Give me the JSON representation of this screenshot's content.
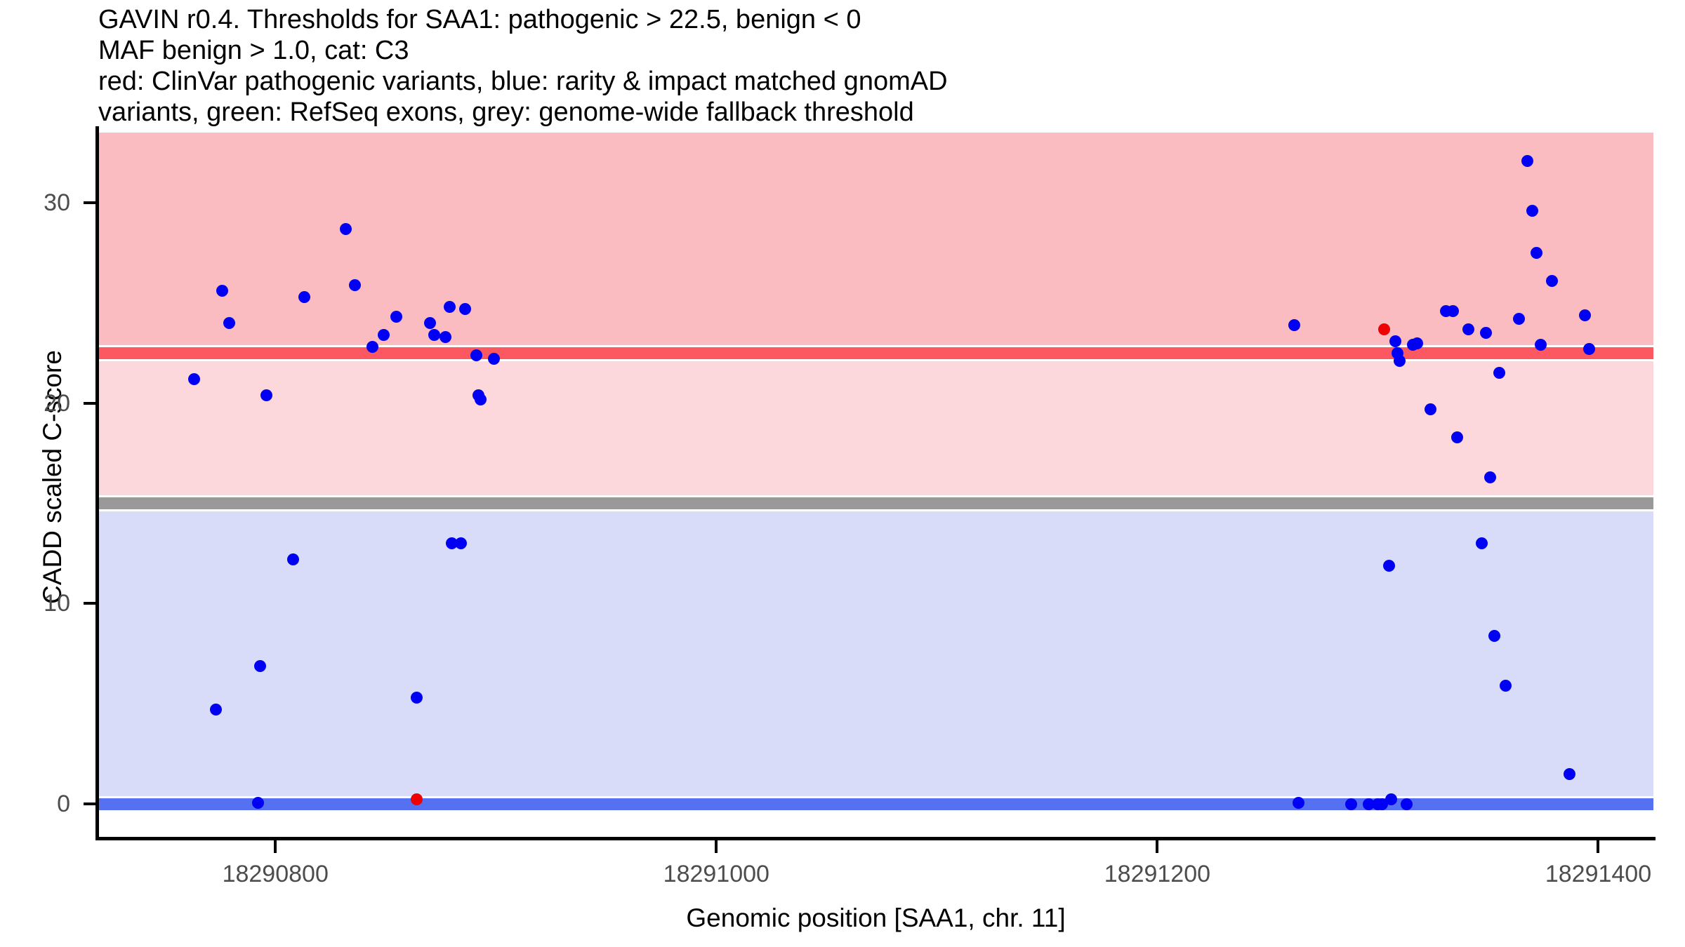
{
  "title": {
    "lines": [
      "GAVIN r0.4. Thresholds for SAA1: pathogenic > 22.5, benign < 0",
      "MAF benign > 1.0, cat: C3",
      "red: ClinVar pathogenic variants, blue: rarity & impact matched gnomAD",
      "variants, green: RefSeq exons, grey: genome-wide fallback threshold"
    ]
  },
  "colors": {
    "pathogenic_band": "#FBBCC1",
    "pathogenic_line": "#FB5862",
    "vus_band": "#FCD8DC",
    "fallback_line": "#999999",
    "benign_band": "#D8DCF8",
    "benign_line": "#5570F0",
    "clinvar_point": "#F00000",
    "gnomad_point": "#0000F5",
    "tick_label": "#4D4D4D",
    "axis": "#000000"
  },
  "chart_data": {
    "type": "scatter",
    "title": "GAVIN r0.4. Thresholds for SAA1: pathogenic > 22.5, benign < 0",
    "xlabel": "Genomic position [SAA1, chr. 11]",
    "ylabel": "CADD scaled C-score",
    "xlim": [
      18290720,
      18291425
    ],
    "ylim": [
      -1.5,
      33.5
    ],
    "xticks": [
      18290800,
      18291000,
      18291200,
      18291400
    ],
    "xticklabels": [
      "18290800",
      "18291000",
      "18291200",
      "18291400"
    ],
    "yticks": [
      0,
      10,
      20,
      30
    ],
    "yticklabels": [
      "0",
      "10",
      "20",
      "30"
    ],
    "grid": false,
    "legend": "none",
    "thresholds": {
      "pathogenic_gt": 22.5,
      "benign_lt": 0,
      "genome_wide_fallback": 15.0,
      "maf_benign_gt": 1.0,
      "category": "C3"
    },
    "bands": [
      {
        "name": "pathogenic",
        "from": 22.9,
        "to": 33.5,
        "color": "#FBBCC1"
      },
      {
        "name": "pathogenic-threshold-line",
        "value": 22.5,
        "color": "#FB5862"
      },
      {
        "name": "vus",
        "from": 15.4,
        "to": 22.1,
        "color": "#FCD8DC"
      },
      {
        "name": "genome-wide-fallback-line",
        "value": 15.0,
        "color": "#999999"
      },
      {
        "name": "benign",
        "from": 0.4,
        "to": 14.6,
        "color": "#D8DCF8"
      },
      {
        "name": "benign-threshold-line",
        "value": 0.0,
        "color": "#5570F0"
      }
    ],
    "series": [
      {
        "name": "rarity & impact matched gnomAD variants",
        "color": "#0000F5",
        "points": [
          [
            18290763,
            21.2
          ],
          [
            18290773,
            4.7
          ],
          [
            18290776,
            25.6
          ],
          [
            18290779,
            24.0
          ],
          [
            18290792,
            0.05
          ],
          [
            18290793,
            6.9
          ],
          [
            18290796,
            20.4
          ],
          [
            18290808,
            12.2
          ],
          [
            18290813,
            25.3
          ],
          [
            18290832,
            28.7
          ],
          [
            18290836,
            25.9
          ],
          [
            18290844,
            22.8
          ],
          [
            18290849,
            23.4
          ],
          [
            18290855,
            24.3
          ],
          [
            18290864,
            5.3
          ],
          [
            18290870,
            24.0
          ],
          [
            18290872,
            23.4
          ],
          [
            18290877,
            23.3
          ],
          [
            18290879,
            24.8
          ],
          [
            18290880,
            13.0
          ],
          [
            18290884,
            13.0
          ],
          [
            18290886,
            24.7
          ],
          [
            18290891,
            22.4
          ],
          [
            18290892,
            20.4
          ],
          [
            18290893,
            20.2
          ],
          [
            18290899,
            22.2
          ],
          [
            18291262,
            23.9
          ],
          [
            18291264,
            0.05
          ],
          [
            18291288,
            0.0
          ],
          [
            18291296,
            0.0
          ],
          [
            18291300,
            0.0
          ],
          [
            18291302,
            0.0
          ],
          [
            18291305,
            11.9
          ],
          [
            18291306,
            0.25
          ],
          [
            18291308,
            23.1
          ],
          [
            18291309,
            22.5
          ],
          [
            18291310,
            22.1
          ],
          [
            18291313,
            0.0
          ],
          [
            18291316,
            22.9
          ],
          [
            18291318,
            23.0
          ],
          [
            18291324,
            19.7
          ],
          [
            18291331,
            24.6
          ],
          [
            18291334,
            24.6
          ],
          [
            18291336,
            18.3
          ],
          [
            18291341,
            23.7
          ],
          [
            18291347,
            13.0
          ],
          [
            18291349,
            23.5
          ],
          [
            18291351,
            16.3
          ],
          [
            18291353,
            8.4
          ],
          [
            18291355,
            21.5
          ],
          [
            18291358,
            5.9
          ],
          [
            18291364,
            24.2
          ],
          [
            18291368,
            32.1
          ],
          [
            18291370,
            29.6
          ],
          [
            18291372,
            27.5
          ],
          [
            18291374,
            22.9
          ],
          [
            18291379,
            26.1
          ],
          [
            18291387,
            1.5
          ],
          [
            18291394,
            24.4
          ],
          [
            18291396,
            22.7
          ]
        ]
      },
      {
        "name": "ClinVar pathogenic variants",
        "color": "#F00000",
        "points": [
          [
            18290864,
            0.25
          ],
          [
            18291303,
            23.7
          ]
        ]
      }
    ]
  },
  "axes": {
    "y_label": "CADD scaled C-score",
    "x_label": "Genomic position [SAA1, chr. 11]"
  }
}
